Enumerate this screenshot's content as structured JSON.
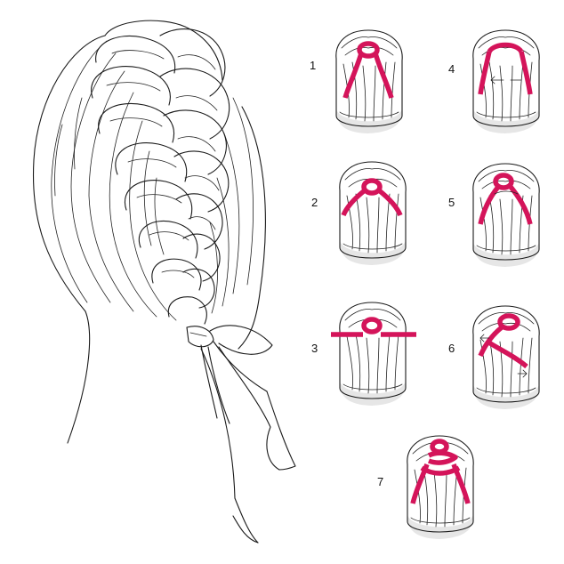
{
  "colors": {
    "ribbon": "#d4145a",
    "line": "#1a1a1a",
    "shading": "#e6e6e6",
    "background": "#ffffff"
  },
  "illustration": {
    "icon": "braided-head-with-ribbon-icon"
  },
  "steps": [
    {
      "number": "1",
      "icon": "ribbon-step-1-icon"
    },
    {
      "number": "2",
      "icon": "ribbon-step-2-icon"
    },
    {
      "number": "3",
      "icon": "ribbon-step-3-icon"
    },
    {
      "number": "4",
      "icon": "ribbon-step-4-icon"
    },
    {
      "number": "5",
      "icon": "ribbon-step-5-icon"
    },
    {
      "number": "6",
      "icon": "ribbon-step-6-icon"
    },
    {
      "number": "7",
      "icon": "ribbon-step-7-icon"
    }
  ]
}
